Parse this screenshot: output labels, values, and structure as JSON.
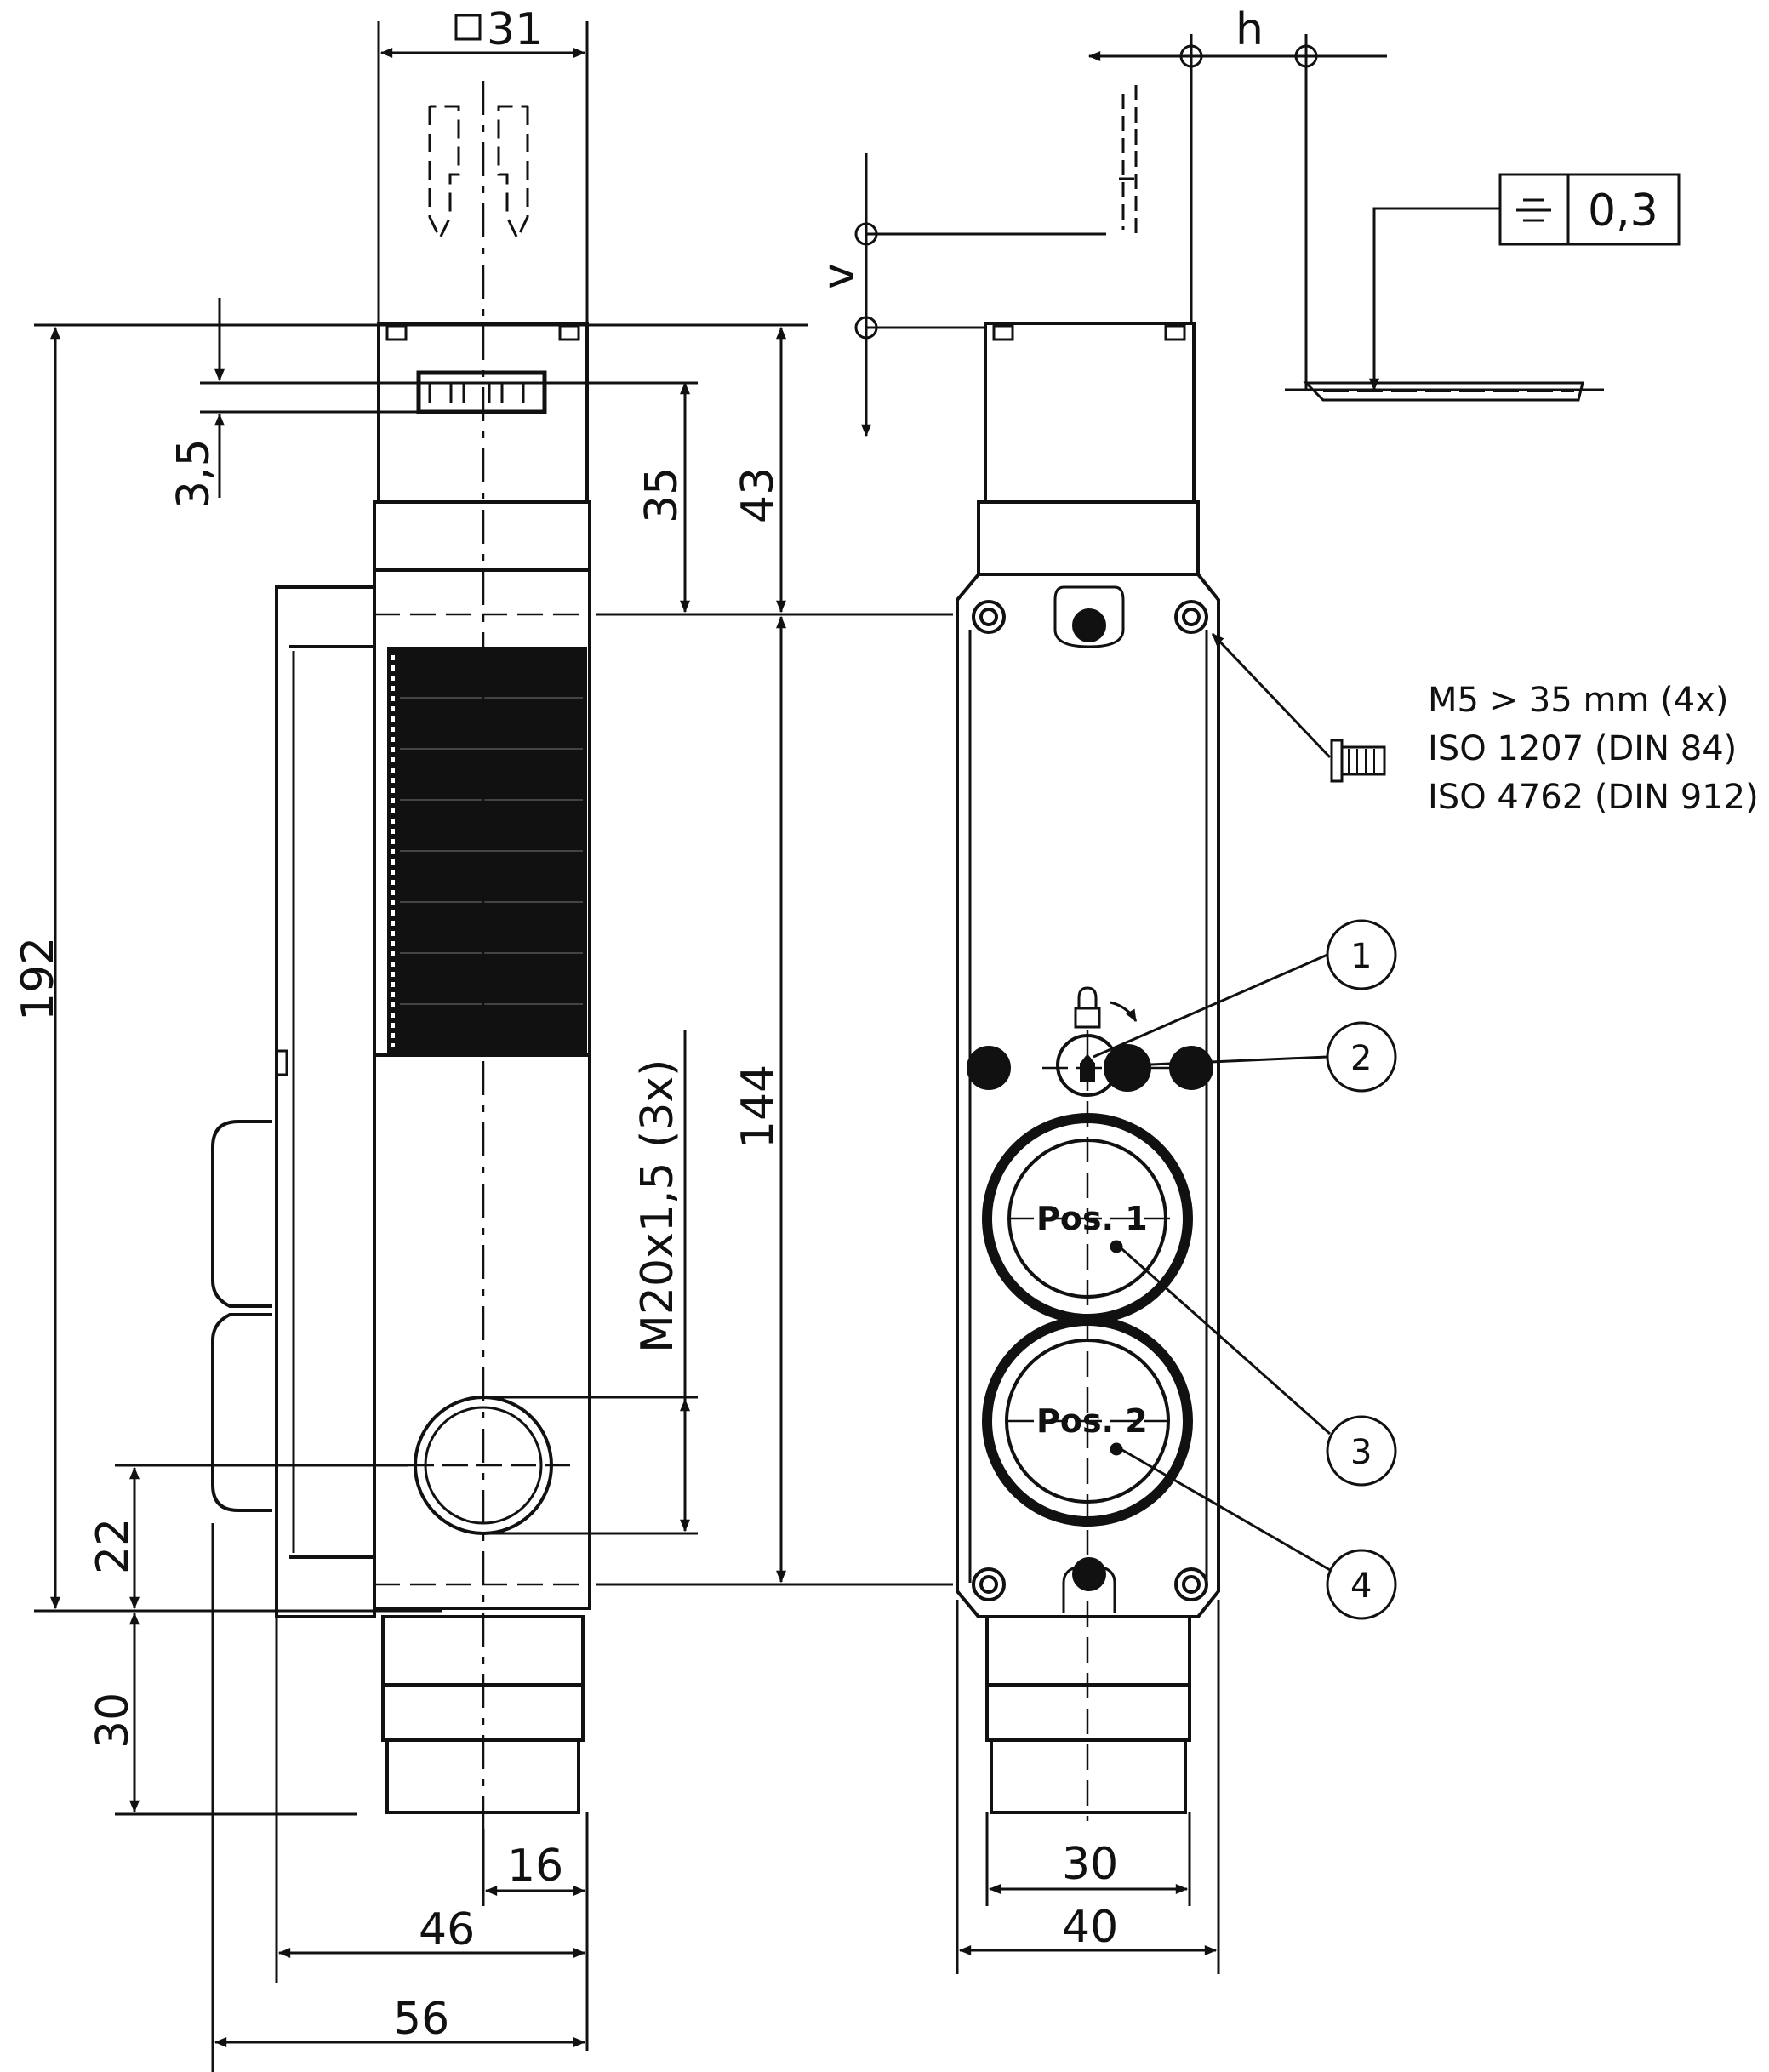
{
  "dimensions": {
    "top_width": "31",
    "total_height": "192",
    "upper_height": "43",
    "actuator_height": "35",
    "groove": "3,5",
    "body_height": "144",
    "thread": "M20x1,5 (3x)",
    "conduit_offset": "22",
    "lower_height": "30",
    "conduit_center_x": "16",
    "depth_46": "46",
    "depth_56": "56",
    "front_width_30": "30",
    "front_width_40": "40",
    "horizontal_tolerance": "h",
    "vertical_tolerance": "v"
  },
  "flatness": {
    "value": "0,3"
  },
  "screw_note": [
    "M5 > 35 mm (4x)",
    "ISO 1207 (DIN 84)",
    "ISO 4762 (DIN 912)"
  ],
  "positions": {
    "pos1": "Pos. 1",
    "pos2": "Pos. 2"
  },
  "callouts": [
    "1",
    "2",
    "3",
    "4"
  ]
}
